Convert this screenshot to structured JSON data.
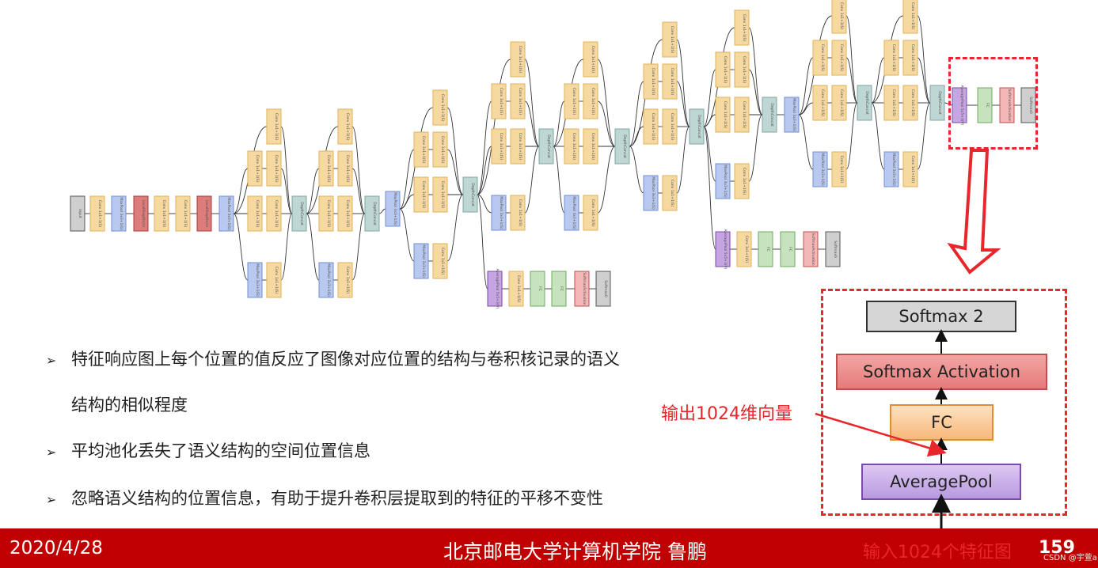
{
  "diagram": {
    "box_labels": {
      "input": "input",
      "conv": "Conv 1x1+1(S)",
      "pool": "MaxPool 3x3+1(S)",
      "lrn": "LocalRespNorm",
      "concat": "DepthConcat",
      "avgpool": "AveragePool 5x5+3(V)",
      "fc": "FC",
      "softact": "SoftmaxActivation",
      "softmax": "Softmax0"
    },
    "colors": {
      "conv": "#f6d9a0",
      "pool": "#b8c8ee",
      "lrn": "#de7c7c",
      "concat": "#bed6d4",
      "avgpool": "#c7a5e3",
      "fc": "#c6e3be",
      "softact": "#f4b7b7",
      "softmax": "#cfcfcf",
      "input": "#cfcfcf"
    }
  },
  "zoom": {
    "softmax": "Softmax 2",
    "softmax_activation": "Softmax Activation",
    "fc": "FC",
    "averagepool": "AveragePool"
  },
  "annotations": {
    "output_label": "输出1024维向量",
    "input_label": "输入1024个特征图"
  },
  "bullets": [
    "特征响应图上每个位置的值反应了图像对应位置的结构与卷积核记录的语义",
    "结构的相似程度",
    "平均池化丢失了语义结构的空间位置信息",
    "忽略语义结构的位置信息，有助于提升卷积层提取到的特征的平移不变性"
  ],
  "bullet_marker": "➢",
  "footer": {
    "date": "2020/4/28",
    "institution": "北京邮电大学计算机学院  鲁鹏",
    "page": "159",
    "watermark": "CSDN @宇萱a"
  }
}
